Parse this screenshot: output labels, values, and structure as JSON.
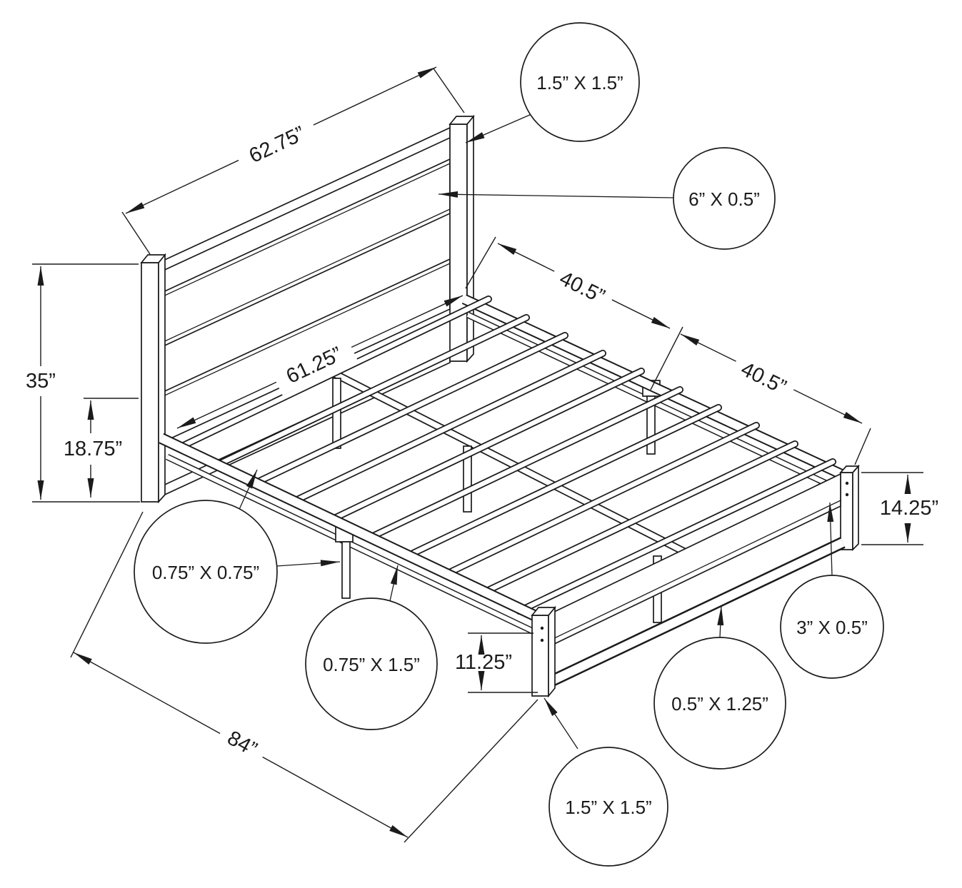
{
  "page": {
    "background": "#ffffff",
    "ink": "#1b1b1b"
  },
  "dimensions": {
    "headboard_width": "62.75”",
    "inner_width": "61.25”",
    "headboard_height": "35”",
    "platform_height": "18.75”",
    "half_length_head": "40.5”",
    "half_length_foot": "40.5”",
    "overall_length": "84”",
    "footboard_rail_height": "11.25”",
    "footboard_height": "14.25”"
  },
  "callouts": {
    "headboard_post_tube": "1.5” X 1.5”",
    "headboard_panel": "6” X 0.5”",
    "support_leg_tube": "0.75” X 0.75”",
    "side_rail_tube": "0.75” X 1.5”",
    "footboard_panel": "3” X 0.5”",
    "footboard_rail_tube": "0.5” X 1.25”",
    "footboard_post_tube": "1.5” X 1.5”"
  }
}
